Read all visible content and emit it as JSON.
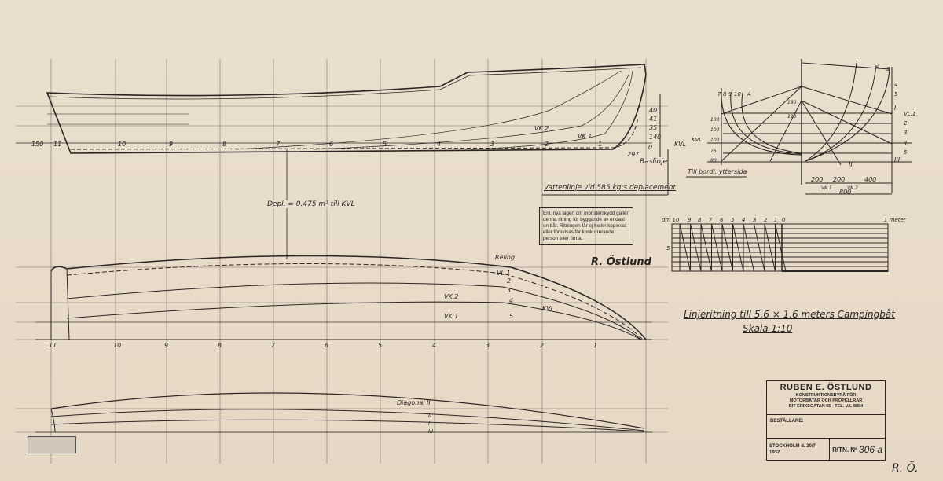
{
  "profile": {
    "stations": [
      "11",
      "10",
      "9",
      "8",
      "7",
      "6",
      "5",
      "4",
      "3",
      "2",
      "1",
      "0"
    ],
    "stern_label": "150",
    "kvl_label": "KVL",
    "baseline_label": "Baslinje",
    "buttock_labels": [
      "VK.2",
      "VK.1"
    ],
    "dims": [
      "40",
      "41",
      "35",
      "140",
      "297"
    ],
    "waterline_note": "Vattenlinje vid 585 kg:s deplacement",
    "displacement_note": "Depl. = 0.475 m³ till KVL"
  },
  "body_plan": {
    "aft_stations": [
      "7",
      "8",
      "9",
      "10",
      "A"
    ],
    "fwd_stations": [
      "1",
      "2",
      "3",
      "4",
      "5"
    ],
    "waterlines": [
      "VL.1",
      "2",
      "3",
      "4",
      "5"
    ],
    "diagonals": [
      "I",
      "II",
      "III"
    ],
    "heights": [
      "80",
      "75",
      "100",
      "100",
      "100",
      "120",
      "180"
    ],
    "kvl_label": "KVL",
    "offsets_note": "Till bordl. yttersida",
    "widths": [
      "200",
      "200",
      "400"
    ],
    "total_width": "800",
    "buttock_labels": [
      "VK.1",
      "VK.2"
    ]
  },
  "notice": "Enl. nya lagen om mönsterskydd gäller denna ritning för byggande av endast en båt. Ritningen får ej heller kopieras eller förevisas för konkurrerande person eller firma.",
  "signature": "R. Östlund",
  "scale_bar": {
    "labels": [
      "dm 10",
      "9",
      "8",
      "7",
      "6",
      "5",
      "4",
      "3",
      "2",
      "1",
      "0",
      "1 meter"
    ],
    "side_label": "5"
  },
  "half_breadth": {
    "stations": [
      "11",
      "10",
      "9",
      "8",
      "7",
      "6",
      "5",
      "4",
      "3",
      "2",
      "1"
    ],
    "labels": [
      "Reling",
      "VL 1",
      "2",
      "3",
      "4",
      "5",
      "VK.2",
      "VK.1",
      "KVL"
    ]
  },
  "diagonal_plan": {
    "label": "Diagonal II",
    "marks": [
      "II",
      "I",
      "III"
    ]
  },
  "title": "Linjeritning till 5,6 × 1,6 meters Campingbåt",
  "scale": "Skala 1:10",
  "title_block": {
    "name": "RUBEN E. ÖSTLUND",
    "line1": "KONSTRUKTIONSBYRÅ FÖR",
    "line2": "MOTORBÅTAR OCH PROPELLRAR",
    "line3": "BIT ERIKSGATAN 65 - TEL. VA. 8884",
    "customer_label": "BESTÄLLARE:",
    "place_date": "STOCKHOLM d. 20/7 1932",
    "drawing_no_label": "RITN. Nº",
    "drawing_no": "306 a",
    "initials": "R. Ö."
  }
}
